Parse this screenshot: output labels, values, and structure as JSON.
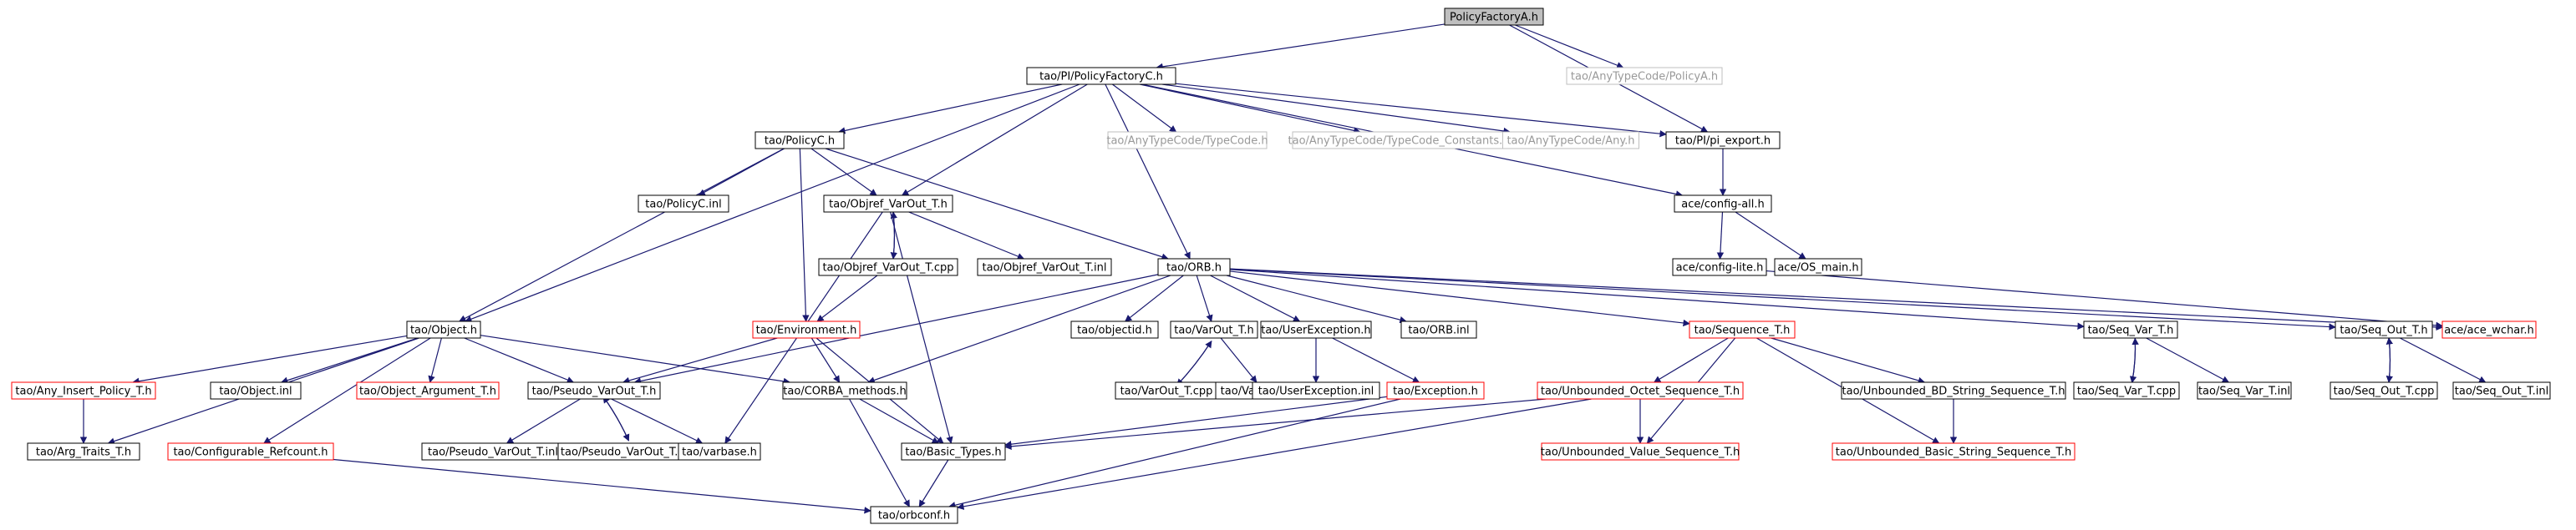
{
  "colors": {
    "background": "#ffffff",
    "edge": "#191970",
    "edge_dashed": "#8b7ec8",
    "root_fill": "#bfbfbf",
    "normal_border": "#000000",
    "missing_border": "#bfbfbf",
    "missing_text": "#999999",
    "truncated_border": "#ff0000",
    "text": "#000000"
  },
  "nodes": [
    {
      "id": "root",
      "label": "PolicyFactoryA.h",
      "kind": "root"
    },
    {
      "id": "anyPolicyA",
      "label": "tao/AnyTypeCode/PolicyA.h",
      "kind": "missing"
    },
    {
      "id": "piFactoryC",
      "label": "tao/PI/PolicyFactoryC.h",
      "kind": "normal"
    },
    {
      "id": "policyC",
      "label": "tao/PolicyC.h",
      "kind": "normal"
    },
    {
      "id": "typeCode",
      "label": "tao/AnyTypeCode/TypeCode.h",
      "kind": "missing"
    },
    {
      "id": "tcConstants",
      "label": "tao/AnyTypeCode/TypeCode_Constants.h",
      "kind": "missing"
    },
    {
      "id": "anyH",
      "label": "tao/AnyTypeCode/Any.h",
      "kind": "missing"
    },
    {
      "id": "piExport",
      "label": "tao/PI/pi_export.h",
      "kind": "normal"
    },
    {
      "id": "policyCinl",
      "label": "tao/PolicyC.inl",
      "kind": "normal"
    },
    {
      "id": "objrefVarOut",
      "label": "tao/Objref_VarOut_T.h",
      "kind": "normal"
    },
    {
      "id": "configAll",
      "label": "ace/config-all.h",
      "kind": "normal"
    },
    {
      "id": "objrefCpp",
      "label": "tao/Objref_VarOut_T.cpp",
      "kind": "normal"
    },
    {
      "id": "objrefInl",
      "label": "tao/Objref_VarOut_T.inl",
      "kind": "normal"
    },
    {
      "id": "orbH",
      "label": "tao/ORB.h",
      "kind": "normal"
    },
    {
      "id": "configLite",
      "label": "ace/config-lite.h",
      "kind": "normal"
    },
    {
      "id": "osMain",
      "label": "ace/OS_main.h",
      "kind": "normal"
    },
    {
      "id": "objectH",
      "label": "tao/Object.h",
      "kind": "normal"
    },
    {
      "id": "environment",
      "label": "tao/Environment.h",
      "kind": "truncated"
    },
    {
      "id": "objectid",
      "label": "tao/objectid.h",
      "kind": "normal"
    },
    {
      "id": "varOut",
      "label": "tao/VarOut_T.h",
      "kind": "normal"
    },
    {
      "id": "userExc",
      "label": "tao/UserException.h",
      "kind": "normal"
    },
    {
      "id": "orbInl",
      "label": "tao/ORB.inl",
      "kind": "normal"
    },
    {
      "id": "sequenceT",
      "label": "tao/Sequence_T.h",
      "kind": "truncated"
    },
    {
      "id": "seqVarT",
      "label": "tao/Seq_Var_T.h",
      "kind": "normal"
    },
    {
      "id": "seqOutT",
      "label": "tao/Seq_Out_T.h",
      "kind": "normal"
    },
    {
      "id": "aceWchar",
      "label": "ace/ace_wchar.h",
      "kind": "truncated"
    },
    {
      "id": "anyInsert",
      "label": "tao/Any_Insert_Policy_T.h",
      "kind": "truncated"
    },
    {
      "id": "objectInl",
      "label": "tao/Object.inl",
      "kind": "normal"
    },
    {
      "id": "objectArg",
      "label": "tao/Object_Argument_T.h",
      "kind": "truncated"
    },
    {
      "id": "pseudoVarOut",
      "label": "tao/Pseudo_VarOut_T.h",
      "kind": "normal"
    },
    {
      "id": "corbaMethods",
      "label": "tao/CORBA_methods.h",
      "kind": "normal"
    },
    {
      "id": "varOutCpp",
      "label": "tao/VarOut_T.cpp",
      "kind": "normal"
    },
    {
      "id": "varOutInl",
      "label": "tao/VarOut_T.inl",
      "kind": "normal"
    },
    {
      "id": "userExcInl",
      "label": "tao/UserException.inl",
      "kind": "normal"
    },
    {
      "id": "exceptionH",
      "label": "tao/Exception.h",
      "kind": "truncated"
    },
    {
      "id": "unbOctet",
      "label": "tao/Unbounded_Octet_Sequence_T.h",
      "kind": "truncated"
    },
    {
      "id": "unbBDString",
      "label": "tao/Unbounded_BD_String_Sequence_T.h",
      "kind": "normal"
    },
    {
      "id": "seqVarCpp",
      "label": "tao/Seq_Var_T.cpp",
      "kind": "normal"
    },
    {
      "id": "seqVarInl",
      "label": "tao/Seq_Var_T.inl",
      "kind": "normal"
    },
    {
      "id": "seqOutCpp",
      "label": "tao/Seq_Out_T.cpp",
      "kind": "normal"
    },
    {
      "id": "seqOutInl",
      "label": "tao/Seq_Out_T.inl",
      "kind": "normal"
    },
    {
      "id": "argTraits",
      "label": "tao/Arg_Traits_T.h",
      "kind": "normal"
    },
    {
      "id": "configRefcount",
      "label": "tao/Configurable_Refcount.h",
      "kind": "truncated"
    },
    {
      "id": "pseudoInl",
      "label": "tao/Pseudo_VarOut_T.inl",
      "kind": "normal"
    },
    {
      "id": "pseudoCpp",
      "label": "tao/Pseudo_VarOut_T.cpp",
      "kind": "normal"
    },
    {
      "id": "varbase",
      "label": "tao/varbase.h",
      "kind": "normal"
    },
    {
      "id": "basicTypes",
      "label": "tao/Basic_Types.h",
      "kind": "normal"
    },
    {
      "id": "unbValue",
      "label": "tao/Unbounded_Value_Sequence_T.h",
      "kind": "truncated"
    },
    {
      "id": "unbBasicString",
      "label": "tao/Unbounded_Basic_String_Sequence_T.h",
      "kind": "truncated"
    },
    {
      "id": "orbconf",
      "label": "tao/orbconf.h",
      "kind": "normal"
    }
  ],
  "edges": [
    [
      "root",
      "piFactoryC"
    ],
    [
      "root",
      "anyPolicyA"
    ],
    [
      "root",
      "piExport"
    ],
    [
      "piFactoryC",
      "policyC"
    ],
    [
      "piFactoryC",
      "typeCode"
    ],
    [
      "piFactoryC",
      "tcConstants"
    ],
    [
      "piFactoryC",
      "anyH"
    ],
    [
      "piFactoryC",
      "piExport"
    ],
    [
      "piFactoryC",
      "objrefVarOut"
    ],
    [
      "piFactoryC",
      "orbH"
    ],
    [
      "piFactoryC",
      "objectH"
    ],
    [
      "piFactoryC",
      "configAll"
    ],
    [
      "piExport",
      "configAll"
    ],
    [
      "policyC",
      "policyCinl"
    ],
    [
      "policyC",
      "objrefVarOut"
    ],
    [
      "policyC",
      "orbH"
    ],
    [
      "policyC",
      "objectH"
    ],
    [
      "policyC",
      "environment"
    ],
    [
      "configAll",
      "configLite"
    ],
    [
      "configAll",
      "osMain"
    ],
    [
      "configLite",
      "aceWchar"
    ],
    [
      "objrefVarOut",
      "objrefCpp"
    ],
    [
      "objrefVarOut",
      "objrefInl"
    ],
    [
      "objrefVarOut",
      "varbase"
    ],
    [
      "objrefVarOut",
      "basicTypes"
    ],
    [
      "objrefCpp",
      "objrefVarOut"
    ],
    [
      "objrefCpp",
      "environment"
    ],
    [
      "orbH",
      "objectid"
    ],
    [
      "orbH",
      "varOut"
    ],
    [
      "orbH",
      "userExc"
    ],
    [
      "orbH",
      "orbInl"
    ],
    [
      "orbH",
      "sequenceT"
    ],
    [
      "orbH",
      "seqVarT"
    ],
    [
      "orbH",
      "seqOutT"
    ],
    [
      "orbH",
      "aceWchar"
    ],
    [
      "orbH",
      "corbaMethods"
    ],
    [
      "orbH",
      "pseudoVarOut"
    ],
    [
      "objectH",
      "anyInsert"
    ],
    [
      "objectH",
      "objectInl"
    ],
    [
      "objectH",
      "objectArg"
    ],
    [
      "objectH",
      "pseudoVarOut"
    ],
    [
      "objectH",
      "corbaMethods"
    ],
    [
      "objectH",
      "argTraits"
    ],
    [
      "objectH",
      "configRefcount"
    ],
    [
      "environment",
      "pseudoVarOut"
    ],
    [
      "environment",
      "corbaMethods"
    ],
    [
      "environment",
      "basicTypes"
    ],
    [
      "varOut",
      "varOutCpp"
    ],
    [
      "varOut",
      "varOutInl"
    ],
    [
      "varOutCpp",
      "varOut"
    ],
    [
      "userExc",
      "userExcInl"
    ],
    [
      "userExc",
      "exceptionH"
    ],
    [
      "sequenceT",
      "unbOctet"
    ],
    [
      "sequenceT",
      "unbBDString"
    ],
    [
      "sequenceT",
      "unbValue"
    ],
    [
      "sequenceT",
      "unbBasicString"
    ],
    [
      "seqVarT",
      "seqVarCpp"
    ],
    [
      "seqVarT",
      "seqVarInl"
    ],
    [
      "seqVarCpp",
      "seqVarT"
    ],
    [
      "seqOutT",
      "seqOutCpp"
    ],
    [
      "seqOutT",
      "seqOutInl"
    ],
    [
      "seqOutCpp",
      "seqOutT"
    ],
    [
      "anyInsert",
      "argTraits"
    ],
    [
      "pseudoVarOut",
      "pseudoInl"
    ],
    [
      "pseudoVarOut",
      "pseudoCpp"
    ],
    [
      "pseudoVarOut",
      "varbase"
    ],
    [
      "pseudoCpp",
      "pseudoVarOut"
    ],
    [
      "corbaMethods",
      "basicTypes"
    ],
    [
      "corbaMethods",
      "orbconf"
    ],
    [
      "exceptionH",
      "basicTypes"
    ],
    [
      "exceptionH",
      "orbconf"
    ],
    [
      "unbOctet",
      "unbValue"
    ],
    [
      "unbOctet",
      "basicTypes"
    ],
    [
      "unbOctet",
      "orbconf"
    ],
    [
      "unbBDString",
      "unbBasicString"
    ],
    [
      "configRefcount",
      "orbconf"
    ],
    [
      "basicTypes",
      "orbconf"
    ]
  ]
}
